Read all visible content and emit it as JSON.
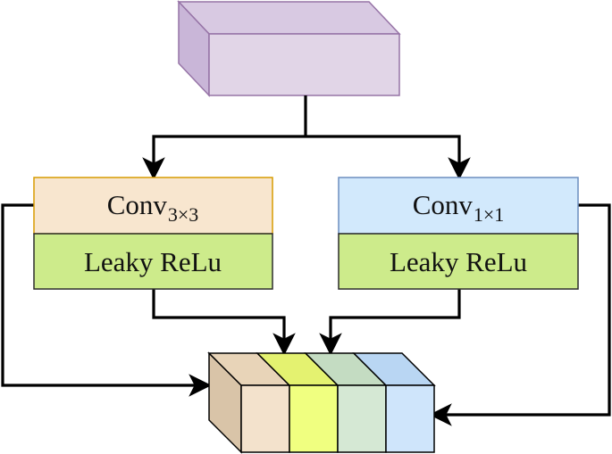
{
  "colors": {
    "input_block_front": "#e1d5e7",
    "input_block_top": "#d8c9e2",
    "input_block_side": "#c9b6d8",
    "input_block_stroke": "#9673a6",
    "conv3_fill": "#f8e6cf",
    "conv3_stroke": "#d79b00",
    "conv1_fill": "#d2e9fc",
    "conv1_stroke": "#6c8ebf",
    "relu_fill": "#cdeb8b",
    "relu_stroke": "#2d2d2d",
    "slice1": "#f3e2cc",
    "slice2": "#f0ff80",
    "slice3": "#d5e8d4",
    "slice4": "#cfe5fb"
  },
  "branch_left": {
    "conv_label": "Conv",
    "conv_subscript": "3×3",
    "activation_label": "Leaky ReLu"
  },
  "branch_right": {
    "conv_label": "Conv",
    "conv_subscript": "1×1",
    "activation_label": "Leaky ReLu"
  }
}
